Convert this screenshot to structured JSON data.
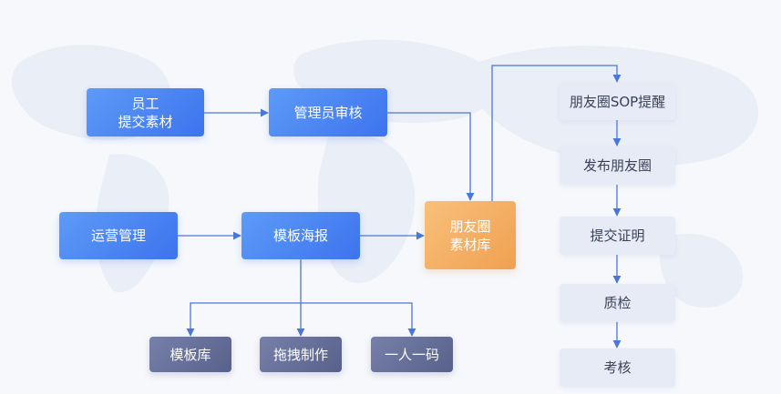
{
  "nodes": {
    "employee": [
      "员工",
      "提交素材"
    ],
    "admin_review": "管理员审核",
    "operations": "运营管理",
    "template_poster": "模板海报",
    "library": [
      "朋友圈",
      "素材库"
    ],
    "template_library": "模板库",
    "drag_create": "拖拽制作",
    "one_person_one_code": "一人一码",
    "sop_reminder": "朋友圈SOP提醒",
    "publish_moments": "发布朋友圈",
    "submit_proof": "提交证明",
    "quality_check": "质检",
    "assessment": "考核"
  },
  "colors": {
    "blue_start": "#5d9bf7",
    "blue_end": "#3d73ee",
    "orange_start": "#f8c07a",
    "orange_end": "#f0a051",
    "slate_start": "#7680a8",
    "slate_end": "#58618a",
    "pale": "#e6ebf6",
    "connector": "#4a78d8"
  }
}
